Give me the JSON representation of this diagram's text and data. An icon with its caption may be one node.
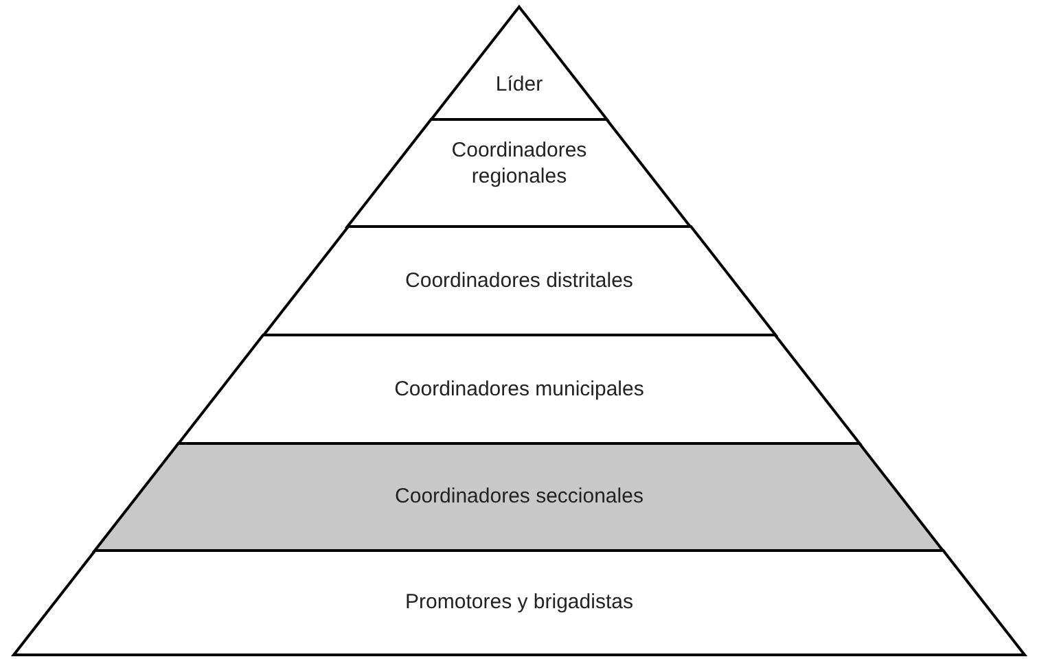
{
  "diagram": {
    "nodes": [
      {
        "text": [
          "Líder"
        ]
      },
      {
        "text": [
          "Coordinadores regionales"
        ]
      },
      {
        "text": [
          "Coordinadores distritales"
        ]
      },
      {
        "text": [
          "Coordinadores municipales"
        ]
      },
      {
        "text": [
          "Coordinadores seccionales"
        ]
      },
      {
        "text": [
          "Promotores y brigadistas"
        ]
      }
    ]
  }
}
